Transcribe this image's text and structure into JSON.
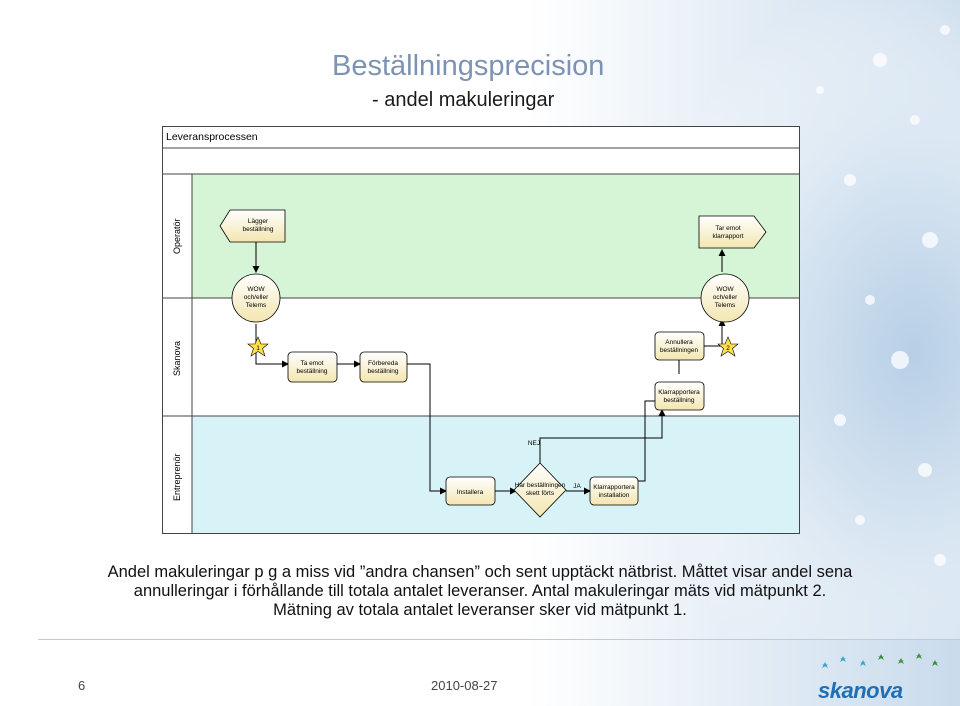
{
  "slide": {
    "title": "Beställningsprecision",
    "subtitle": "- andel makuleringar",
    "body_lines": [
      "Andel makuleringar p g a miss vid ”andra chansen” och sent upptäckt nätbrist. Måttet visar andel sena",
      "annulleringar i förhållande till totala antalet leveranser. Antal makuleringar mäts vid mätpunkt 2.",
      "Mätning av totala antalet leveranser sker vid mätpunkt 1."
    ],
    "page_number": "6",
    "date": "2010-08-27",
    "logo_text": "skanova"
  },
  "diagram": {
    "title": "Leveransprocessen",
    "lanes": [
      {
        "label": "Operatör",
        "color": "#d6f5d6"
      },
      {
        "label": "Skanova",
        "color": "#ffffff"
      },
      {
        "label": "Entreprenör",
        "color": "#d8f3f8"
      }
    ],
    "nodes": {
      "lagger": [
        "Lägger",
        "beställning"
      ],
      "taemot_klar": [
        "Tar emot",
        "klarrapport"
      ],
      "wow1": [
        "WOW",
        "och/eller",
        "Telems"
      ],
      "wow2": [
        "WOW",
        "och/eller",
        "Telems"
      ],
      "taemot_best": [
        "Ta emot",
        "beställning"
      ],
      "forbereda": [
        "Förbereda",
        "beställning"
      ],
      "annullera": [
        "Annullera",
        "beställningen"
      ],
      "klarrapportera": [
        "Klarrapportera",
        "beställning"
      ],
      "installera": [
        "Installera"
      ],
      "decision": [
        "Har beställningen",
        "skett förts"
      ],
      "klar_install": [
        "Klarrapportera",
        "installation"
      ]
    },
    "labels": {
      "nej": "NEJ",
      "ja": "JA"
    },
    "markers": {
      "m1": "1",
      "m2": "2"
    }
  },
  "colors": {
    "title": "#7e93b4",
    "star": "#ffe04a",
    "logo": "#1e6fb5"
  }
}
